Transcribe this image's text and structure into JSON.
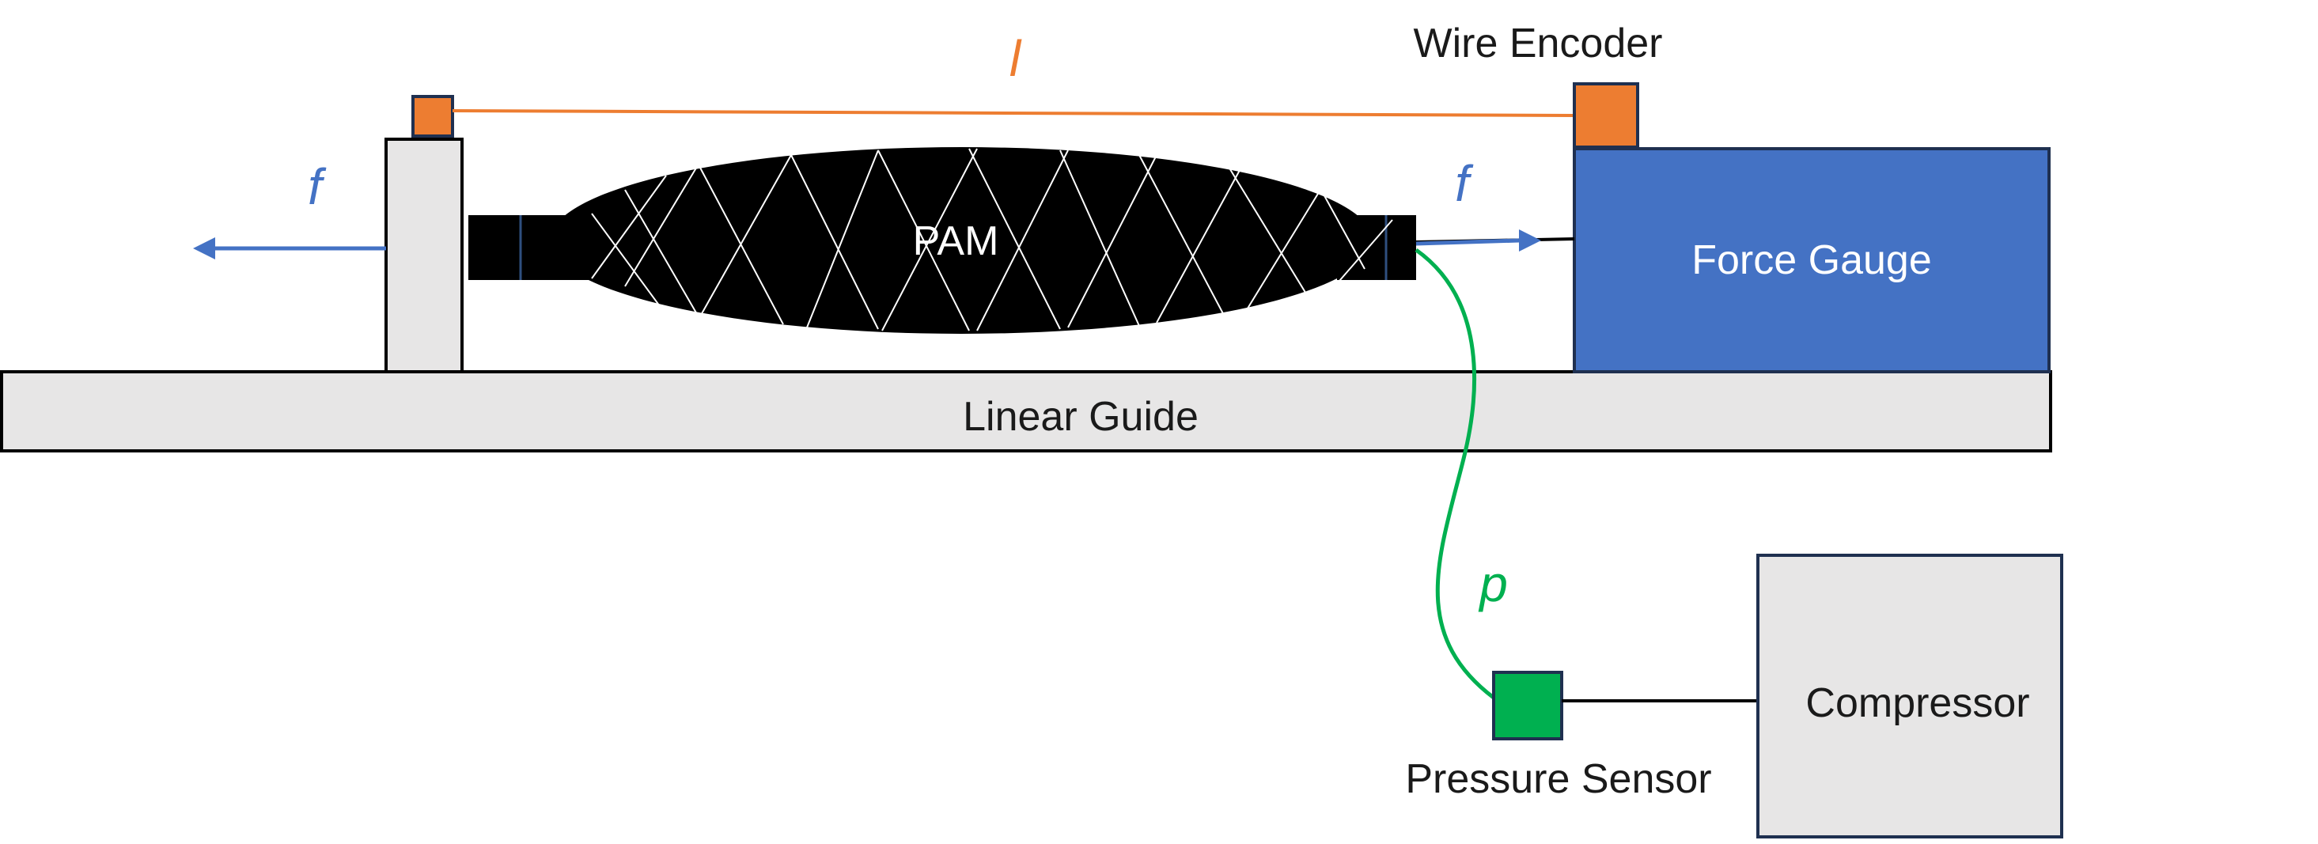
{
  "labels": {
    "wire_encoder": "Wire Encoder",
    "force_gauge": "Force Gauge",
    "pam": "PAM",
    "linear_guide": "Linear Guide",
    "pressure_sensor": "Pressure Sensor",
    "compressor": "Compressor"
  },
  "symbols": {
    "length": "l",
    "force_left": "f",
    "force_right": "f",
    "pressure": "p"
  },
  "colors": {
    "orange": "#ED7D31",
    "blue_arrow": "#4472C4",
    "force_gauge_fill": "#4472C4",
    "pressure_green": "#00B050",
    "gray_fill": "#E7E6E6",
    "outline": "#1F3050",
    "pam_body": "#000000"
  }
}
